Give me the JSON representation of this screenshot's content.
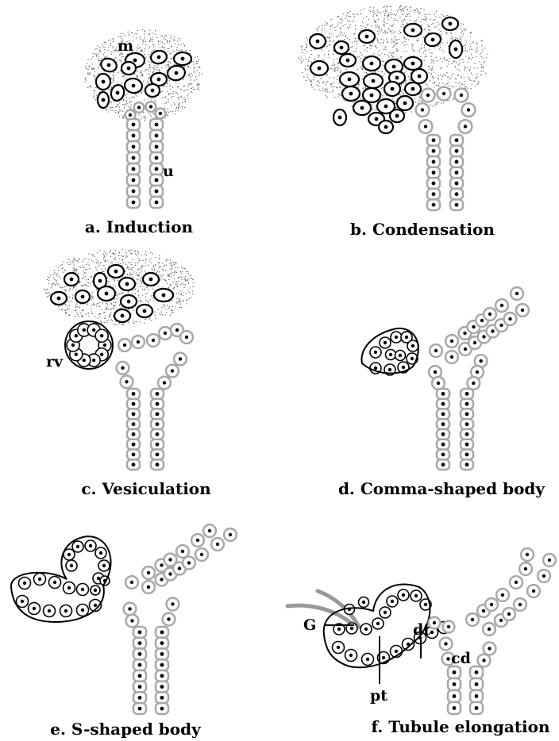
{
  "figure": {
    "panels": [
      {
        "id": "a",
        "caption": "a. Induction",
        "labels": {
          "mesenchyme": "m",
          "ureteric_bud": "u"
        }
      },
      {
        "id": "b",
        "caption": "b. Condensation"
      },
      {
        "id": "c",
        "caption": "c. Vesiculation",
        "labels": {
          "renal_vesicle": "rv"
        }
      },
      {
        "id": "d",
        "caption": "d. Comma-shaped body"
      },
      {
        "id": "e",
        "caption": "e. S-shaped body"
      },
      {
        "id": "f",
        "caption": "f. Tubule elongation",
        "labels": {
          "glomerulus": "G",
          "distal_tubule": "dt",
          "proximal_tubule": "pt",
          "collecting_duct": "cd"
        }
      }
    ],
    "colors": {
      "duct_outline": "#a8a8a8",
      "nucleus": "#000000",
      "mesenchyme_outline": "#000000",
      "glomerular_vessel": "#999999",
      "background": "#ffffff"
    }
  }
}
